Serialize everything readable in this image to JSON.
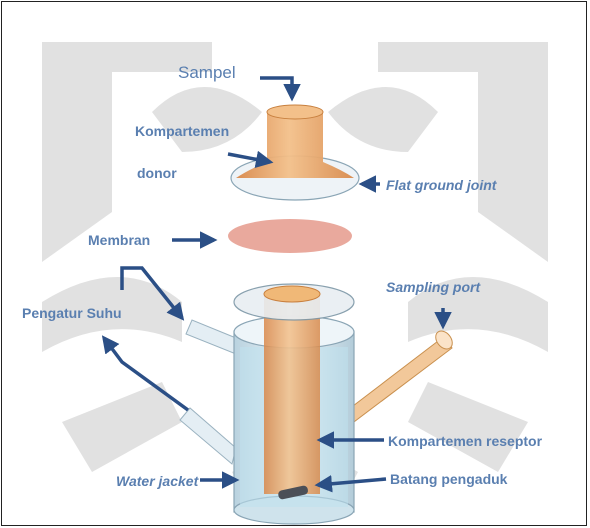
{
  "labels": {
    "sampel": "Sampel",
    "kompartemen": "Kompartemen",
    "donor": "donor",
    "flat_ground_joint": "Flat ground joint",
    "membran": "Membran",
    "pengatur_suhu": "Pengatur Suhu",
    "sampling_port": "Sampling port",
    "kompartemen_reseptor": "Kompartemen reseptor",
    "water_jacket": "Water jacket",
    "batang_pengaduk": "Batang pengaduk"
  },
  "colors": {
    "label_text": "#5a7fb0",
    "arrow": "#2b4f86",
    "watermark": "#d9d9d9",
    "compartment_orange": "#e8a35a",
    "membrane": "#e7a092",
    "glass": "#d6e6ef",
    "water": "#bfe2ee"
  }
}
